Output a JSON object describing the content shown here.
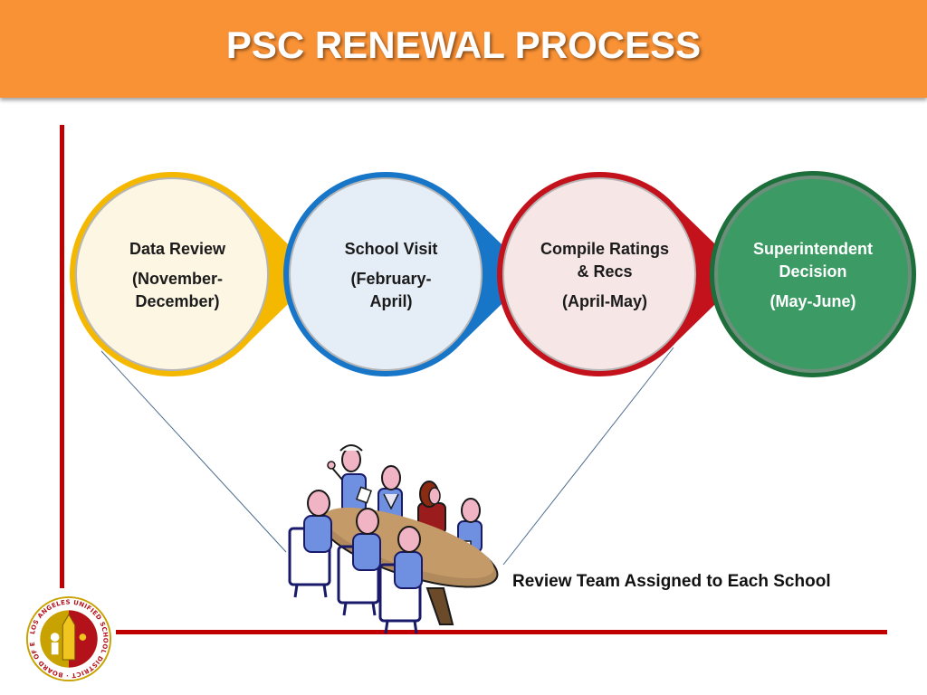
{
  "header": {
    "title": "PSC RENEWAL PROCESS"
  },
  "stages": [
    {
      "title": "Data Review",
      "dates": "(November-December)"
    },
    {
      "title": "School Visit",
      "dates": "(February-April)"
    },
    {
      "title": "Compile Ratings & Recs",
      "dates": "(April-May)"
    },
    {
      "title": "Superintendent Decision",
      "dates": "(May-June)"
    }
  ],
  "colors": {
    "header": "#f99135",
    "stage1_ring": "#f5b800",
    "stage1_fill": "#fdf6e3",
    "stage2_ring": "#1876c8",
    "stage2_fill": "#e5eef7",
    "stage3_ring": "#c3121b",
    "stage3_fill": "#f6e6e6",
    "stage4_ring": "#1c6e3a",
    "stage4_fill": "#3c9a64",
    "axis": "#c00000"
  },
  "illustration": {
    "icon": "meeting-table-icon"
  },
  "caption": "Review Team Assigned to Each School",
  "seal": {
    "icon": "district-seal-icon",
    "ring_text": "LOS ANGELES UNIFIED SCHOOL DISTRICT · BOARD OF EDUCATION ·"
  }
}
